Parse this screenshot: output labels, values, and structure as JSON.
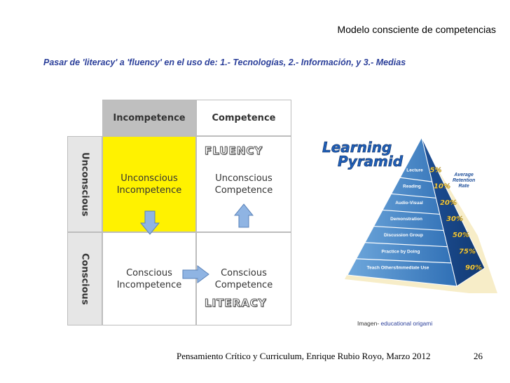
{
  "slide": {
    "title": "Modelo consciente de competencias",
    "subtitle": "Pasar de 'literacy' a 'fluency' en el uso de: 1.- Tecnologías, 2.- Información, y 3.- Medias",
    "footer": "Pensamiento Crítico y Curriculum,  Enrique Rubio Royo, Marzo 2012",
    "page_number": "26"
  },
  "matrix": {
    "col_headers": [
      "Incompetence",
      "Competence"
    ],
    "row_headers": [
      "Unconscious",
      "Conscious"
    ],
    "cells": {
      "top_left": [
        "Unconscious",
        "Incompetence"
      ],
      "top_right": [
        "Unconscious",
        "Competence"
      ],
      "bottom_left": [
        "Conscious",
        "Incompetence"
      ],
      "bottom_right": [
        "Conscious",
        "Competence"
      ]
    },
    "fluency_label": "FLUENCY",
    "literacy_label": "LITERACY",
    "colors": {
      "highlight": "#fff200",
      "header_gray": "#bfbfbf",
      "arrow": "#8fb4e3"
    }
  },
  "pyramid": {
    "title_line1": "Learning",
    "title_line2": "Pyramid",
    "legend": [
      "Average",
      "Retention",
      "Rate"
    ],
    "levels": [
      {
        "label": "Lecture",
        "pct": "5%"
      },
      {
        "label": "Reading",
        "pct": "10%"
      },
      {
        "label": "Audio-Visual",
        "pct": "20%"
      },
      {
        "label": "Demonstration",
        "pct": "30%"
      },
      {
        "label": "Discussion Group",
        "pct": "50%"
      },
      {
        "label": "Practice by Doing",
        "pct": "75%"
      },
      {
        "label": "Teach Others/Immediate Use",
        "pct": "90%"
      }
    ],
    "credit_prefix": "Imagen- ",
    "credit_link": "educational origami"
  }
}
